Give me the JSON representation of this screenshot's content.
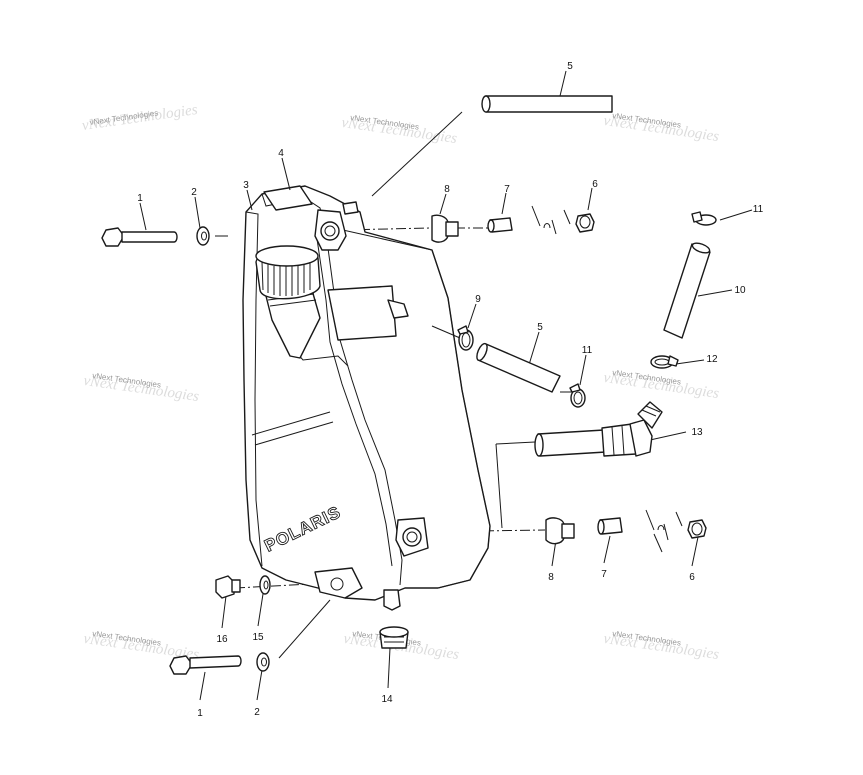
{
  "diagram": {
    "brand_text": "POLARIS",
    "watermark_text": "vNext Technologies",
    "callouts": {
      "c1a": "1",
      "c2a": "2",
      "c3": "3",
      "c4": "4",
      "c5a": "5",
      "c6a": "6",
      "c7a": "7",
      "c8a": "8",
      "c11a": "11",
      "c10": "10",
      "c9": "9",
      "c5b": "5",
      "c11b": "11",
      "c12": "12",
      "c13": "13",
      "c8b": "8",
      "c7b": "7",
      "c6b": "6",
      "c16": "16",
      "c15": "15",
      "c1b": "1",
      "c2b": "2",
      "c14": "14"
    }
  }
}
